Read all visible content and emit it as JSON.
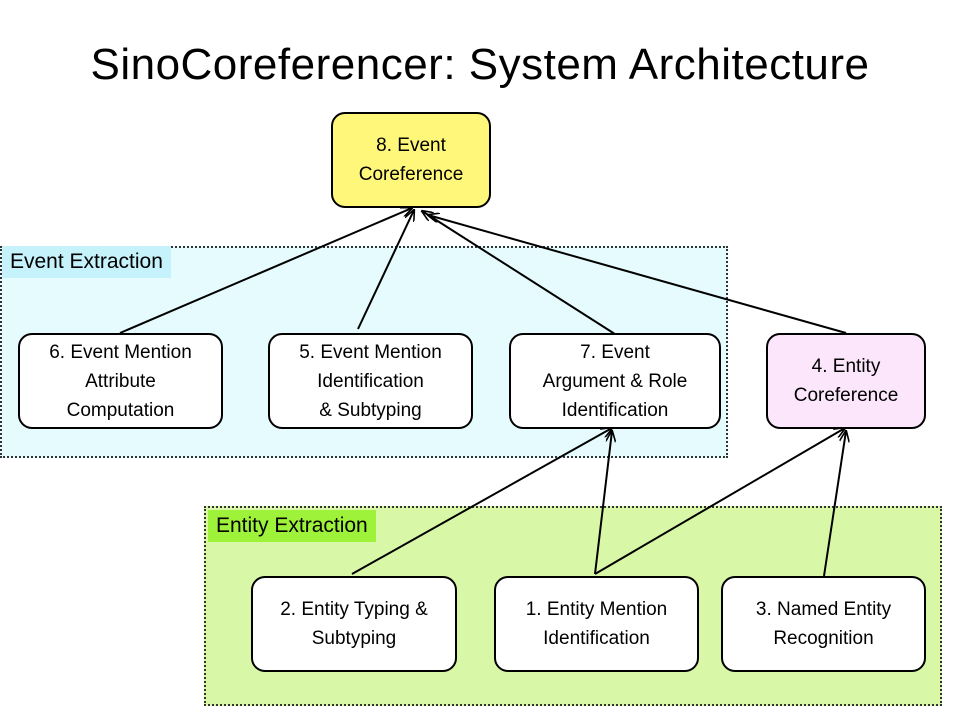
{
  "title": "SinoCoreferencer: System Architecture",
  "regions": {
    "event": "Event Extraction",
    "entity": "Entity Extraction"
  },
  "nodes": {
    "n8": "8. Event\nCoreference",
    "n6": "6. Event Mention\nAttribute\nComputation",
    "n5": "5. Event Mention\nIdentification\n& Subtyping",
    "n7": "7. Event\nArgument & Role\nIdentification",
    "n4": "4. Entity\nCoreference",
    "n2": "2. Entity Typing &\nSubtyping",
    "n1": "1. Entity Mention\nIdentification",
    "n3": "3. Named Entity\nRecognition"
  },
  "edges": [
    {
      "from": "n6",
      "to": "n8"
    },
    {
      "from": "n5",
      "to": "n8"
    },
    {
      "from": "n7",
      "to": "n8"
    },
    {
      "from": "n4",
      "to": "n8"
    },
    {
      "from": "n2",
      "to": "n7"
    },
    {
      "from": "n1",
      "to": "n7"
    },
    {
      "from": "n1",
      "to": "n4"
    },
    {
      "from": "n3",
      "to": "n4"
    }
  ]
}
